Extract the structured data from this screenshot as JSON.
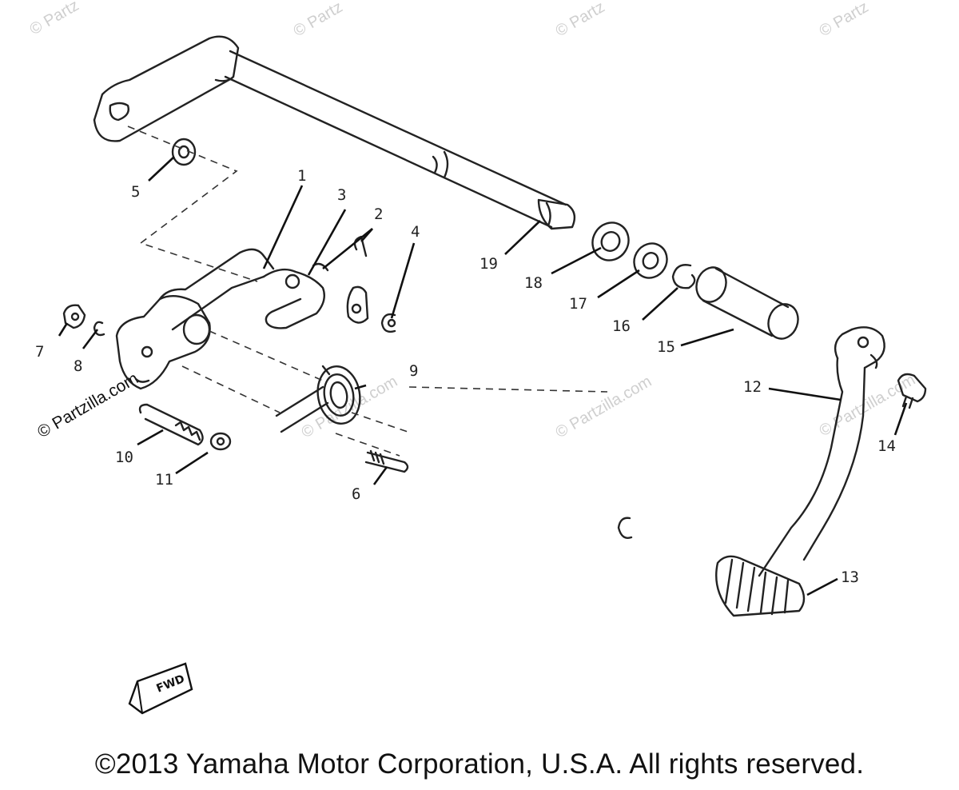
{
  "watermarks": {
    "site": "© Partzilla.com",
    "corner": "© Partz",
    "edge": "© Partzilla.com"
  },
  "callouts": {
    "c1": "1",
    "c2": "2",
    "c3": "3",
    "c4": "4",
    "c5": "5",
    "c6": "6",
    "c7": "7",
    "c8": "8",
    "c9": "9",
    "c10": "10",
    "c11": "11",
    "c12": "12",
    "c13": "13",
    "c14": "14",
    "c15": "15",
    "c16": "16",
    "c17": "17",
    "c18": "18",
    "c19": "19"
  },
  "fwd_label": "FWD",
  "copyright": "©2013 Yamaha Motor Corporation, U.S.A. All rights reserved."
}
